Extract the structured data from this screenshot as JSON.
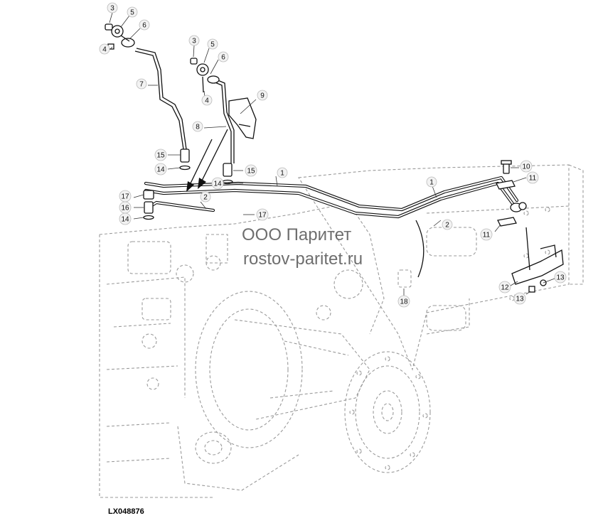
{
  "figure_id": "LX048876",
  "watermark": {
    "line1": "ООО Паритет",
    "line2": "rostov-paritet.ru"
  },
  "callouts": [
    {
      "label": "3"
    },
    {
      "label": "5"
    },
    {
      "label": "6"
    },
    {
      "label": "4"
    },
    {
      "label": "3"
    },
    {
      "label": "5"
    },
    {
      "label": "6"
    },
    {
      "label": "4"
    },
    {
      "label": "7"
    },
    {
      "label": "8"
    },
    {
      "label": "9"
    },
    {
      "label": "15"
    },
    {
      "label": "14"
    },
    {
      "label": "15"
    },
    {
      "label": "14"
    },
    {
      "label": "17"
    },
    {
      "label": "16"
    },
    {
      "label": "14"
    },
    {
      "label": "2"
    },
    {
      "label": "1"
    },
    {
      "label": "1"
    },
    {
      "label": "2"
    },
    {
      "label": "17"
    },
    {
      "label": "18"
    },
    {
      "label": "10"
    },
    {
      "label": "11"
    },
    {
      "label": "11"
    },
    {
      "label": "12"
    },
    {
      "label": "13"
    },
    {
      "label": "13"
    }
  ]
}
